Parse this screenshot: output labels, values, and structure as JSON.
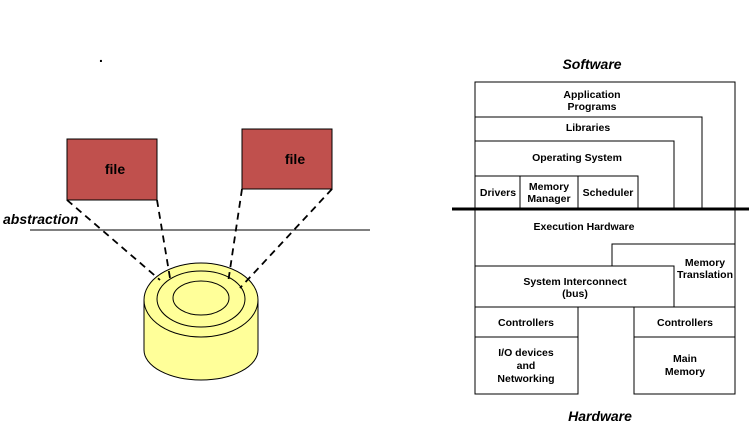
{
  "left": {
    "dot": ".",
    "file_left": "file",
    "file_right": "file",
    "abstraction": "abstraction"
  },
  "right": {
    "software": "Software",
    "hardware": "Hardware",
    "app_line1": "Application",
    "app_line2": "Programs",
    "libraries": "Libraries",
    "os": "Operating System",
    "drivers": "Drivers",
    "memmgr_line1": "Memory",
    "memmgr_line2": "Manager",
    "scheduler": "Scheduler",
    "exec_hw": "Execution Hardware",
    "memtrans_line1": "Memory",
    "memtrans_line2": "Translation",
    "sysint_line1": "System Interconnect",
    "sysint_line2": "(bus)",
    "controllers_left": "Controllers",
    "controllers_right": "Controllers",
    "io_line1": "I/O devices",
    "io_line2": "and",
    "io_line3": "Networking",
    "mainmem_line1": "Main",
    "mainmem_line2": "Memory"
  },
  "colors": {
    "file_fill": "#c0504d",
    "disk_fill": "#ffff99"
  }
}
